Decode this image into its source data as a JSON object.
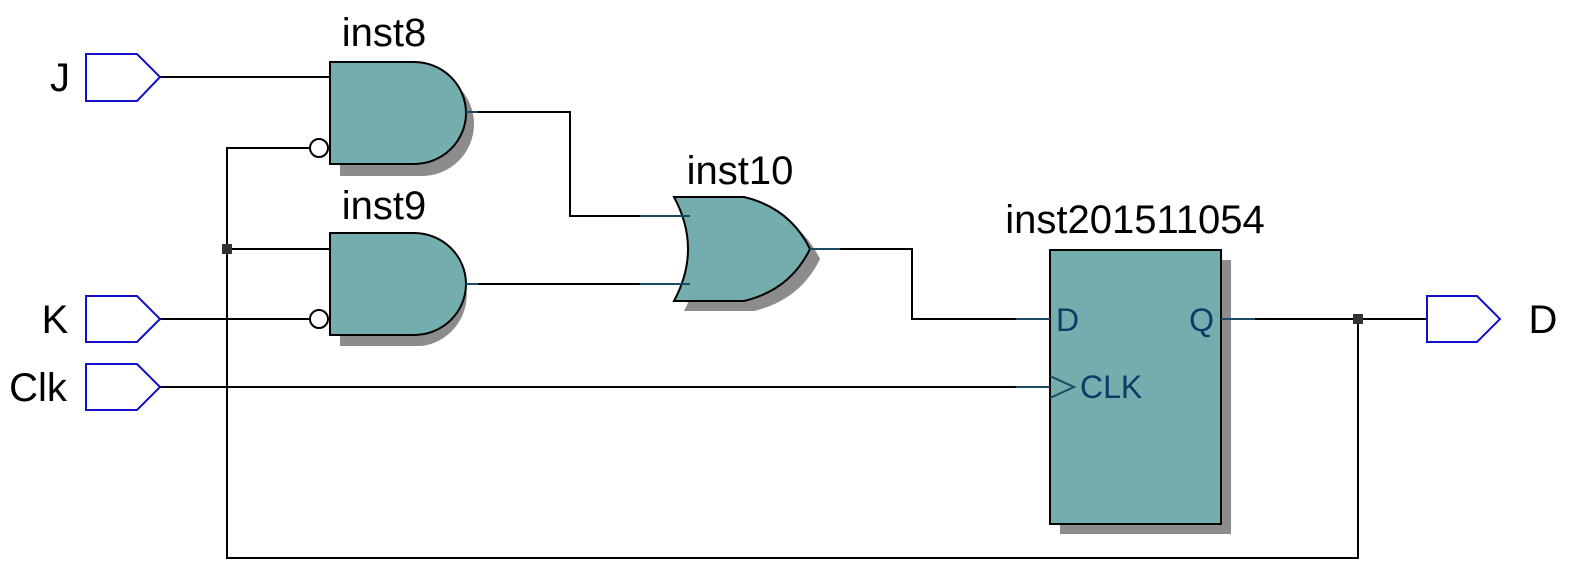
{
  "ports": {
    "j_label": "J",
    "k_label": "K",
    "clk_label": "Clk",
    "d_out_label": "D"
  },
  "instances": {
    "and_top": "inst8",
    "and_bottom": "inst9",
    "or_gate": "inst10",
    "flipflop": "inst201511054"
  },
  "flipflop_pins": {
    "d": "D",
    "q": "Q",
    "clk": "CLK"
  },
  "colors": {
    "gate_fill": "#74adad",
    "port_outline": "#1010c8",
    "pin_text": "#0d3b66"
  }
}
